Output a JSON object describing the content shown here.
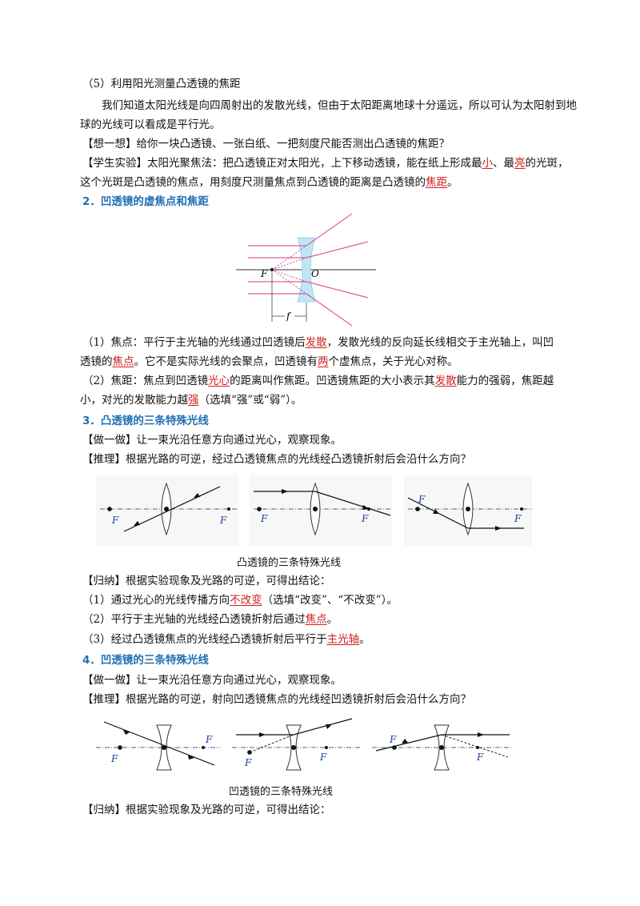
{
  "s5_title": "（5）利用阳光测量凸透镜的焦距",
  "s5_p1a": "我们知道太阳光线是向四周射出的发散光线，但由于太阳距离地球十分遥远，所以可认为太阳射到地",
  "s5_p1b": "球的光线可以看成是平行光。",
  "s5_think": "【想一想】给你一块凸透镜、一张白纸、一把刻度尺能否测出凸透镜的焦距？",
  "s5_exp_a1": "【学生实验】太阳光聚焦法：把凸透镜正对太阳光，上下移动透镜，能在纸上形成最",
  "s5_exp_ans1": "小",
  "s5_exp_a2": "、最",
  "s5_exp_ans2": "亮",
  "s5_exp_a3": "的光斑，",
  "s5_exp_b1": "这个光斑是凸透镜的焦点，用刻度尺测量焦点到凸透镜的距离是凸透镜的",
  "s5_exp_ans3": "焦距",
  "s5_exp_b2": "。",
  "h2": "2．凹透镜的虚焦点和焦距",
  "fig1": {
    "F": "F",
    "O": "O",
    "f": "f"
  },
  "p21_a1": "（1）焦点：平行于主光轴的光线通过凹透镜后",
  "p21_ans1": "发散",
  "p21_a2": "，发散光线的反向延长线相交于主光轴上，叫凹",
  "p21_b1": "透镜的",
  "p21_ans2": "焦点",
  "p21_b2": "。它不是实际光线的会聚点，凹透镜有",
  "p21_ans3": "两",
  "p21_b3": "个虚焦点，关于光心对称。",
  "p22_a1": "（2）焦距：焦点到凹透镜",
  "p22_ans1": "光心",
  "p22_a2": "的距离叫作焦距。凹透镜焦距的大小表示其",
  "p22_ans2": "发散",
  "p22_a3": "能力的强弱，焦距越",
  "p22_b1": "小，对光的发散能力越",
  "p22_ans3": "强",
  "p22_b2": "（选填“强”或“弱”）。",
  "h3": "3．凸透镜的三条特殊光线",
  "s3_do": "【做一做】让一束光沿任意方向通过光心，观察现象。",
  "s3_reason": "【推理】根据光路的可逆，经过凸透镜焦点的光线经凸透镜折射后会沿什么方向？",
  "fig2": {
    "F": "F",
    "caption": "凸透镜的三条特殊光线"
  },
  "s3_sum": "【归纳】根据实验现象及光路的可逆，可得出结论：",
  "s3_c1_a": "（1）通过光心的光线传播方向",
  "s3_c1_ans": "不改变",
  "s3_c1_b": "（选填“改变”、“不改变”）。",
  "s3_c2_a": "（2）平行于主光轴的光线经凸透镜折射后通过",
  "s3_c2_ans": "焦点",
  "s3_c2_b": "。",
  "s3_c3_a": "（3）经过凸透镜焦点的光线经凸透镜折射后平行于",
  "s3_c3_ans": "主光轴",
  "s3_c3_b": "。",
  "h4": "4．凹透镜的三条特殊光线",
  "s4_do": "【做一做】让一束光沿任意方向通过光心，观察现象。",
  "s4_reason": "【推理】根据光路的可逆，射向凹透镜焦点的光线经凹透镜折射后会沿什么方向？",
  "fig3": {
    "F": "F",
    "caption": "凹透镜的三条特殊光线"
  },
  "s4_sum": "【归纳】根据实验现象及光路的可逆，可得出结论："
}
